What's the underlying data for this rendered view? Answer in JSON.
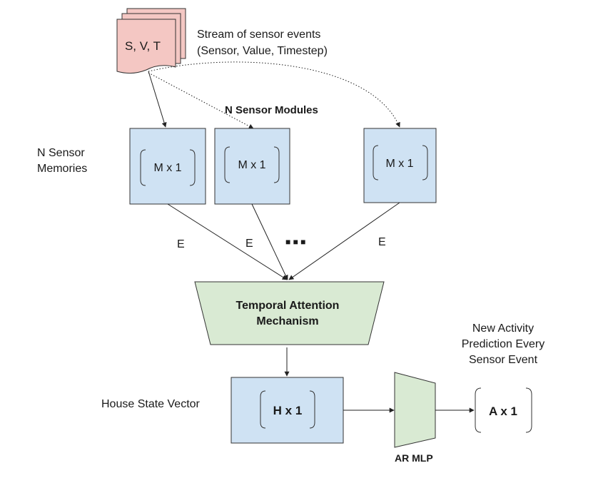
{
  "stream": {
    "doc_label": "S, V, T",
    "caption_line1": "Stream of sensor events",
    "caption_line2": "(Sensor, Value, Timestep)"
  },
  "modules_title": "N Sensor Modules",
  "memories_label_line1": "N Sensor",
  "memories_label_line2": "Memories",
  "modules": [
    {
      "label": "M x 1",
      "edge_label": "E"
    },
    {
      "label": "M x 1",
      "edge_label": "E"
    },
    {
      "label": "M x 1",
      "edge_label": "E"
    }
  ],
  "ellipsis": "■  ■  ■",
  "attention_line1": "Temporal Attention",
  "attention_line2": "Mechanism",
  "house_label": "House State Vector",
  "house_vector": "H x 1",
  "mlp_label": "AR MLP",
  "output_vector": "A x 1",
  "prediction_line1": "New Activity",
  "prediction_line2": "Prediction Every",
  "prediction_line3": "Sensor Event",
  "colors": {
    "doc_fill": "#f4c7c3",
    "module_fill": "#cfe2f3",
    "attention_fill": "#d9ead3",
    "stroke": "#333333"
  }
}
